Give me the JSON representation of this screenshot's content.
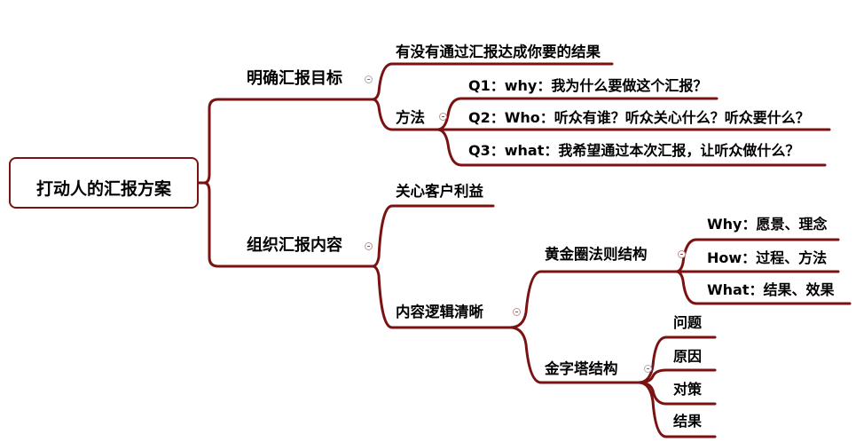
{
  "root": {
    "label": "打动人的汇报方案"
  },
  "branch1": {
    "label": "明确汇报目标",
    "goal": "有没有通过汇报达成你要的结果",
    "method": {
      "label": "方法",
      "questions": [
        "Q1：why：我为什么要做这个汇报？",
        "Q2：Who：听众有谁？听众关心什么？听众要什么？",
        "Q3：what：我希望通过本次汇报，让听众做什么？"
      ]
    }
  },
  "branch2": {
    "label": "组织汇报内容",
    "benefit": "关心客户利益",
    "logic": {
      "label": "内容逻辑清晰",
      "golden": {
        "label": "黄金圈法则结构",
        "items": [
          "Why：愿景、理念",
          "How：过程、方法",
          "What：结果、效果"
        ]
      },
      "pyramid": {
        "label": "金字塔结构",
        "items": [
          "问题",
          "原因",
          "对策",
          "结果"
        ]
      }
    }
  },
  "colors": {
    "line": "#7a1212",
    "toggle": "#8a5a7c"
  }
}
